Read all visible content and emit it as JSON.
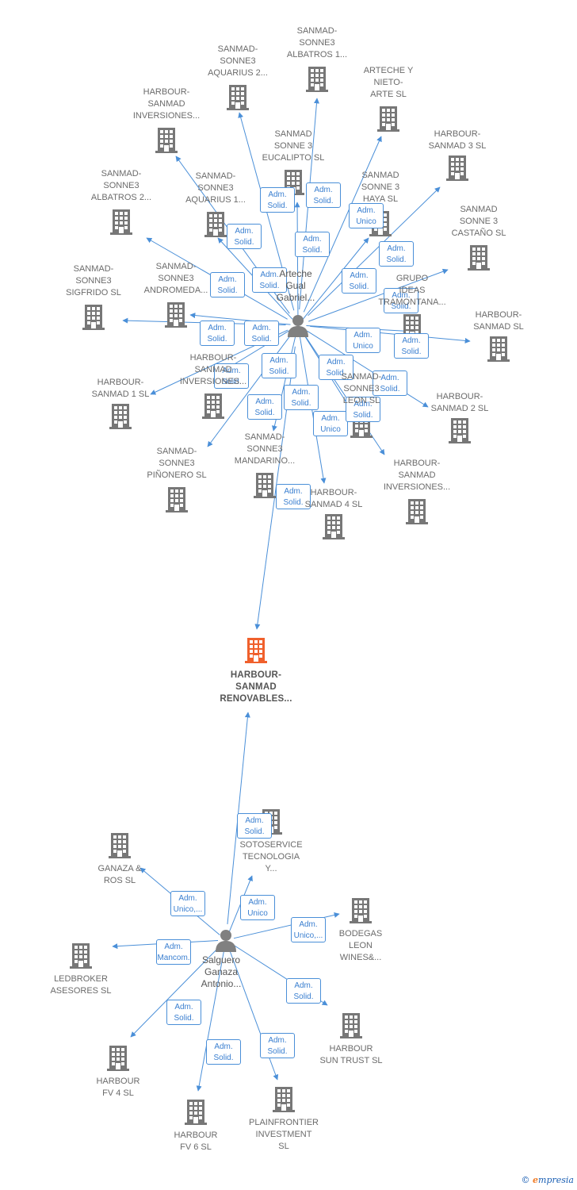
{
  "colors": {
    "edge": "#4a8fd8",
    "building": "#777777",
    "main": "#f0602c",
    "person": "#808080"
  },
  "main_company": {
    "id": "main",
    "label": "HARBOUR-\nSANMAD\nRENOVABLES..."
  },
  "persons": [
    {
      "id": "arteche",
      "label": "Arteche\nGual\nGabriel..."
    },
    {
      "id": "salguero",
      "label": "Salguero\nGanaza\nAntonio..."
    }
  ],
  "companies": [
    {
      "id": "c1",
      "label": "SANMAD-\nSONNE3\nAQUARIUS 2..."
    },
    {
      "id": "c2",
      "label": "SANMAD-\nSONNE3\nALBATROS 1..."
    },
    {
      "id": "c3",
      "label": "ARTECHE Y\nNIETO-\nARTE  SL"
    },
    {
      "id": "c4",
      "label": "HARBOUR-\nSANMAD\nINVERSIONES..."
    },
    {
      "id": "c5",
      "label": "SANMAD\nSONNE 3\nEUCALIPTO  SL"
    },
    {
      "id": "c6",
      "label": "HARBOUR-\nSANMAD 3  SL"
    },
    {
      "id": "c7",
      "label": "SANMAD-\nSONNE3\nALBATROS 2..."
    },
    {
      "id": "c8",
      "label": "SANMAD-\nSONNE3\nAQUARIUS 1..."
    },
    {
      "id": "c9",
      "label": "SANMAD\nSONNE 3\nHAYA  SL"
    },
    {
      "id": "c10",
      "label": "SANMAD\nSONNE 3\nCASTAÑO  SL"
    },
    {
      "id": "c11",
      "label": "SANMAD-\nSONNE3\nANDROMEDA..."
    },
    {
      "id": "c12",
      "label": "GRUPO\nIDEAS\nTRAMONTANA..."
    },
    {
      "id": "c13",
      "label": "SANMAD-\nSONNE3\nSIGFRIDO  SL"
    },
    {
      "id": "c14",
      "label": "HARBOUR-\nSANMAD  SL"
    },
    {
      "id": "c15",
      "label": "HARBOUR-\nSANMAD\nINVERSIONES..."
    },
    {
      "id": "c16",
      "label": "HARBOUR-\nSANMAD 1  SL"
    },
    {
      "id": "c17",
      "label": "SANMAD-\nSONNE3\nLEON  SL"
    },
    {
      "id": "c18",
      "label": "HARBOUR-\nSANMAD 2  SL"
    },
    {
      "id": "c19",
      "label": "SANMAD-\nSONNE3\nPIÑONERO  SL"
    },
    {
      "id": "c20",
      "label": "SANMAD-\nSONNE3\nMANDARINO..."
    },
    {
      "id": "c21",
      "label": "HARBOUR-\nSANMAD 4  SL"
    },
    {
      "id": "c22",
      "label": "HARBOUR-\nSANMAD\nINVERSIONES..."
    },
    {
      "id": "c23",
      "label": "SOTOSERVICE\nTECNOLOGIA\nY..."
    },
    {
      "id": "c24",
      "label": "GANAZA &\nROS  SL"
    },
    {
      "id": "c25",
      "label": "BODEGAS\nLEON\nWINES&..."
    },
    {
      "id": "c26",
      "label": "LEDBROKER\nASESORES  SL"
    },
    {
      "id": "c27",
      "label": "HARBOUR\nSUN TRUST  SL"
    },
    {
      "id": "c28",
      "label": "HARBOUR\nFV 4  SL"
    },
    {
      "id": "c29",
      "label": "PLAINFRONTIER\nINVESTMENT\nSL"
    },
    {
      "id": "c30",
      "label": "HARBOUR\nFV 6  SL"
    }
  ],
  "edges": [
    {
      "from": "arteche",
      "to": "c1",
      "role": "Adm.\nSolid."
    },
    {
      "from": "arteche",
      "to": "c2",
      "role": "Adm.\nSolid."
    },
    {
      "from": "arteche",
      "to": "c3",
      "role": "Adm.\nUnico"
    },
    {
      "from": "arteche",
      "to": "c4",
      "role": "Adm.\nSolid."
    },
    {
      "from": "arteche",
      "to": "c5",
      "role": "Adm.\nSolid."
    },
    {
      "from": "arteche",
      "to": "c6",
      "role": "Adm.\nSolid."
    },
    {
      "from": "arteche",
      "to": "c7",
      "role": "Adm.\nSolid."
    },
    {
      "from": "arteche",
      "to": "c8",
      "role": "Adm.\nSolid."
    },
    {
      "from": "arteche",
      "to": "c9",
      "role": "Adm.\nSolid."
    },
    {
      "from": "arteche",
      "to": "c10",
      "role": "Adm.\nSolid."
    },
    {
      "from": "arteche",
      "to": "c11",
      "role": "Adm.\nSolid."
    },
    {
      "from": "arteche",
      "to": "c13",
      "role": "Adm.\nSolid."
    },
    {
      "from": "arteche",
      "to": "c14",
      "role": "Adm.\nSolid."
    },
    {
      "from": "arteche",
      "to": "c12",
      "role": "Adm.\nUnico"
    },
    {
      "from": "arteche",
      "to": "c15",
      "role": "Adm.\nSolid."
    },
    {
      "from": "arteche",
      "to": "c16",
      "role": "Adm.\nSolid."
    },
    {
      "from": "arteche",
      "to": "c17",
      "role": "Adm.\nSolid."
    },
    {
      "from": "arteche",
      "to": "c18",
      "role": "Adm.\nSolid."
    },
    {
      "from": "arteche",
      "to": "c19",
      "role": "Adm.\nSolid."
    },
    {
      "from": "arteche",
      "to": "c20",
      "role": "Adm.\nSolid."
    },
    {
      "from": "arteche",
      "to": "c21",
      "role": "Adm.\nUnico"
    },
    {
      "from": "arteche",
      "to": "c22",
      "role": "Adm.\nSolid."
    },
    {
      "from": "arteche",
      "to": "main",
      "role": "Adm.\nSolid."
    },
    {
      "from": "salguero",
      "to": "main",
      "role": "Adm.\nSolid."
    },
    {
      "from": "salguero",
      "to": "c23",
      "role": "Adm.\nUnico"
    },
    {
      "from": "salguero",
      "to": "c24",
      "role": "Adm.\nUnico,..."
    },
    {
      "from": "salguero",
      "to": "c25",
      "role": "Adm.\nUnico,..."
    },
    {
      "from": "salguero",
      "to": "c26",
      "role": "Adm.\nMancom."
    },
    {
      "from": "salguero",
      "to": "c27",
      "role": "Adm.\nSolid."
    },
    {
      "from": "salguero",
      "to": "c28",
      "role": "Adm.\nSolid."
    },
    {
      "from": "salguero",
      "to": "c29",
      "role": "Adm.\nSolid."
    },
    {
      "from": "salguero",
      "to": "c30",
      "role": "Adm.\nSolid."
    }
  ],
  "footer": {
    "copyright": "©",
    "brand_initial": "e",
    "brand_rest": "mpresia"
  }
}
